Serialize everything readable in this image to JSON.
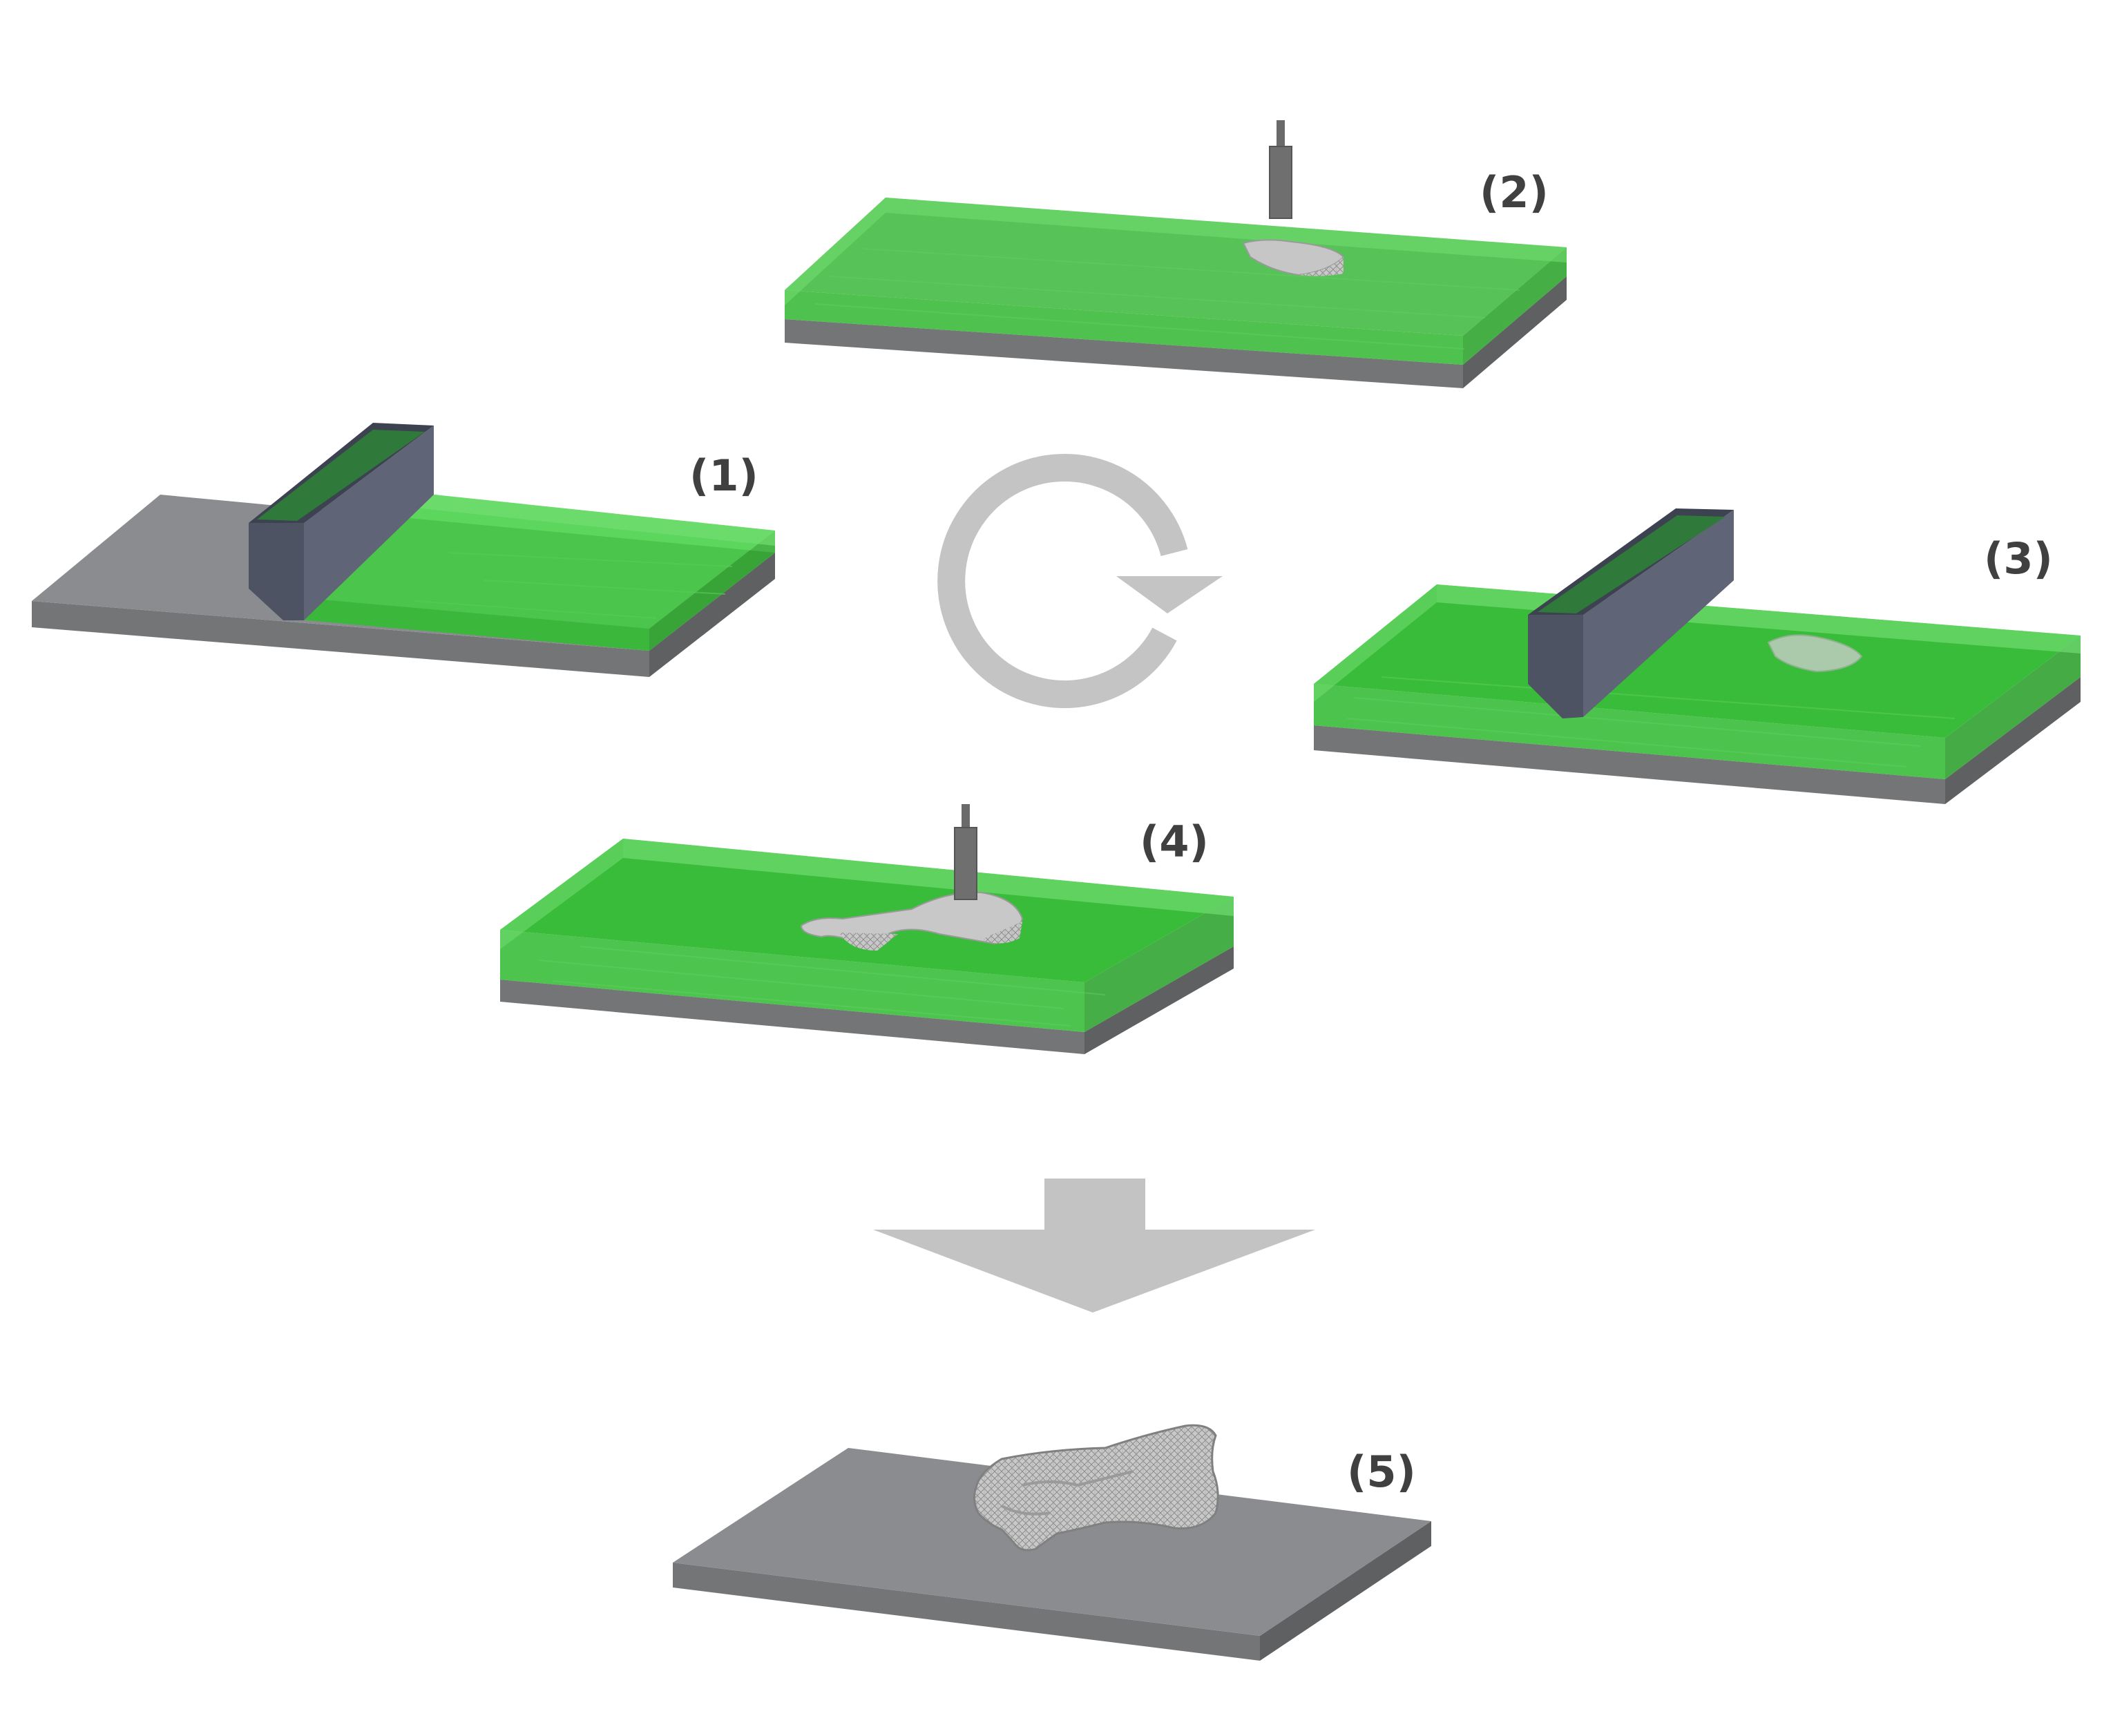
{
  "steps": [
    {
      "id": "1",
      "label": "(1)"
    },
    {
      "id": "2",
      "label": "(2)"
    },
    {
      "id": "3",
      "label": "(3)"
    },
    {
      "id": "4",
      "label": "(4)"
    },
    {
      "id": "5",
      "label": "(5)"
    }
  ],
  "colors": {
    "platform_top": "#8a8b8e",
    "platform_front": "#737476",
    "platform_side": "#5f6062",
    "powder_green": "#33d633",
    "powder_green_dark": "#1fa21f",
    "powder_top": "#6fdc6f",
    "recoater_front": "#505566",
    "recoater_side": "#5f6476",
    "laser_nozzle": "#6f6f6f",
    "part_gray": "#c8c8c8",
    "arrow_gray": "#c3c3c3"
  },
  "icons": {
    "cycle": "circular-arrow-icon",
    "down": "down-arrow-icon"
  }
}
